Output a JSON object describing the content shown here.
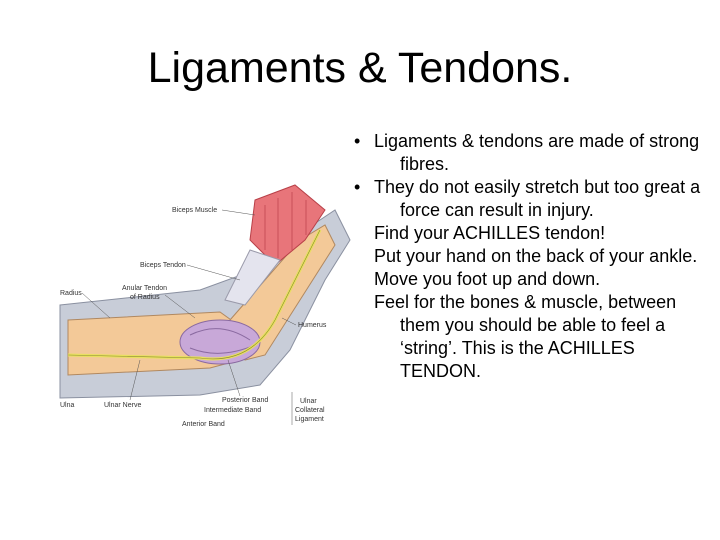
{
  "title": "Ligaments & Tendons.",
  "bullets": [
    "Ligaments & tendons are made of strong fibres.",
    "They do not easily stretch but too great a force can result in injury."
  ],
  "paragraphs": [
    "Find your ACHILLES tendon!",
    "Put your hand on the back of your ankle.",
    "Move you foot up and down.",
    "Feel for the bones & muscle, between them you should be able to feel a ‘string’. This is the ACHILLES TENDON."
  ],
  "figure": {
    "labels": {
      "biceps_muscle": "Biceps Muscle",
      "biceps_tendon": "Biceps Tendon",
      "radius": "Radius",
      "anular_1": "Anular Tendon",
      "anular_2": "of Radius",
      "humerus": "Humerus",
      "ulna": "Ulna",
      "ulnar_nerve": "Ulnar Nerve",
      "posterior_band": "Posterior Band",
      "intermediate_band": "Intermediate Band",
      "anterior_band": "Anterior Band",
      "ulnar_collateral_1": "Ulnar",
      "ulnar_collateral_2": "Collateral",
      "ulnar_collateral_3": "Ligament"
    },
    "colors": {
      "bone": "#f3c998",
      "muscle": "#e8757a",
      "ligament": "#c8a8d8",
      "nerve": "#e8e060",
      "skin": "#c8cdd8"
    }
  }
}
